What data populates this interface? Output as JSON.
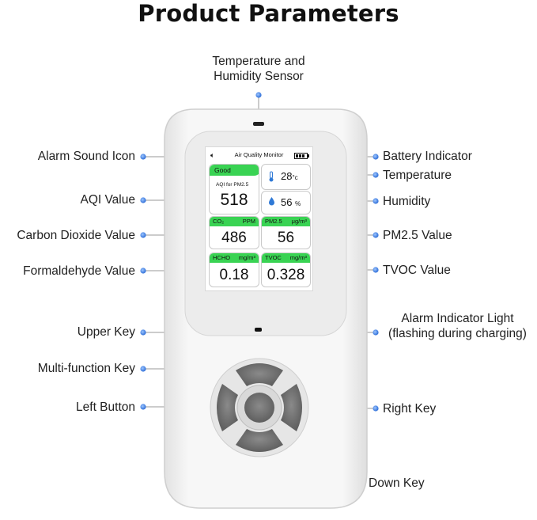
{
  "title": "Product Parameters",
  "labels": {
    "temp_humidity_sensor_line1": "Temperature and",
    "temp_humidity_sensor_line2": "Humidity Sensor",
    "alarm_sound_icon": "Alarm Sound Icon",
    "aqi_value": "AQI Value",
    "carbon_dioxide_value": "Carbon Dioxide Value",
    "formaldehyde_value": "Formaldehyde Value",
    "upper_key": "Upper Key",
    "multi_function_key": "Multi-function Key",
    "left_button": "Left Button",
    "battery_indicator": "Battery Indicator",
    "temperature": "Temperature",
    "humidity": "Humidity",
    "pm25_value": "PM2.5 Value",
    "tvoc_value": "TVOC Value",
    "alarm_light_line1": "Alarm Indicator Light",
    "alarm_light_line2": "(flashing during charging)",
    "right_key": "Right Key",
    "down_key": "Down Key"
  },
  "screen": {
    "header": "Air Quality Monitor",
    "aqi_status": "Good",
    "aqi_caption": "AQI for PM2.5",
    "aqi": "518",
    "temperature": "28",
    "temperature_unit": "°c",
    "humidity": "56",
    "humidity_unit": "%",
    "co2_label": "CO₂",
    "co2_unit": "PPM",
    "co2": "486",
    "pm25_label": "PM2.5",
    "pm25_unit": "μg/m³",
    "pm25": "56",
    "hcho_label": "HCHO",
    "hcho_unit": "mg/m³",
    "hcho": "0.18",
    "tvoc_label": "TVOC",
    "tvoc_unit": "mg/m³",
    "tvoc": "0.328"
  },
  "colors": {
    "status_green": "#39d353",
    "callout_dot": "#3b7fe0",
    "device_body": "#f3f3f3",
    "button_dark": "#6e6e6e"
  },
  "icons": [
    "speaker-icon",
    "battery-icon",
    "thermometer-icon",
    "droplet-icon"
  ]
}
